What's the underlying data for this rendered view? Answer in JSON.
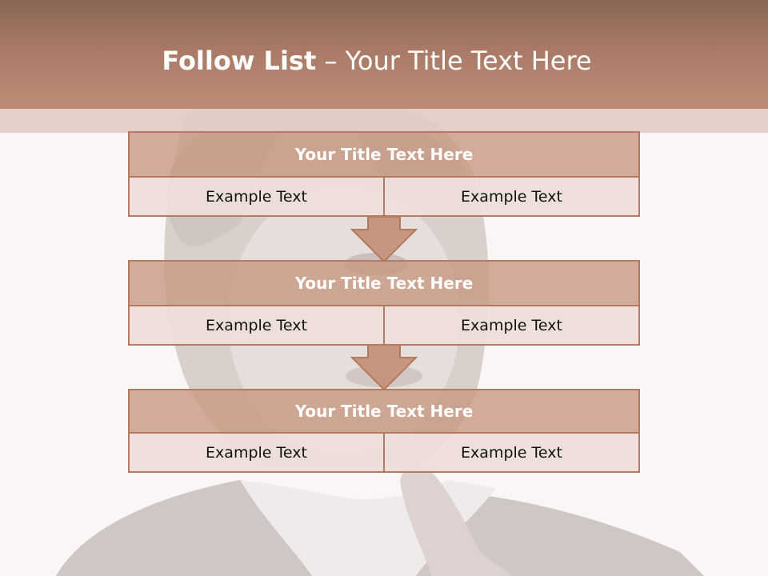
{
  "slide": {
    "title_bold": "Follow List",
    "title_rest": " – Your Title Text Here"
  },
  "blocks": [
    {
      "title": "Your Title Text Here",
      "left": "Example Text",
      "right": "Example Text"
    },
    {
      "title": "Your Title Text Here",
      "left": "Example Text",
      "right": "Example Text"
    },
    {
      "title": "Your Title Text Here",
      "left": "Example Text",
      "right": "Example Text"
    }
  ],
  "colors": {
    "header": "#a87a66",
    "title_fill": "#c79680",
    "cell_fill": "#eedeDA",
    "border": "#b47a62"
  }
}
